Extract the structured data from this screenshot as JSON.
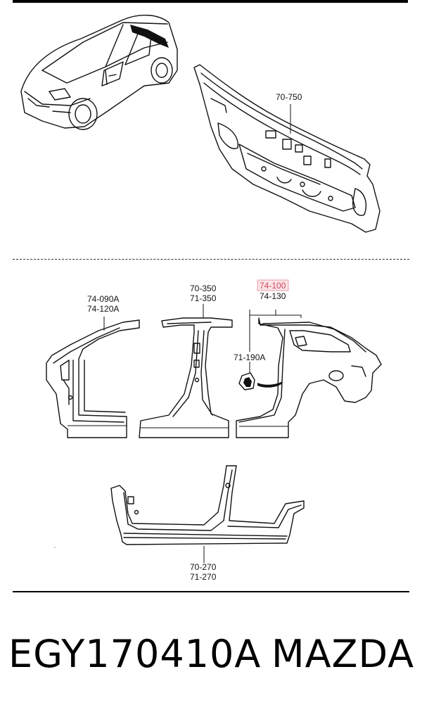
{
  "labels": {
    "rear_panel": "70-750",
    "front_pillar_a": "74-090A",
    "front_pillar_b": "74-120A",
    "center_pillar_a": "70-350",
    "center_pillar_b": "71-350",
    "rear_side_a": "74-100",
    "rear_side_b": "74-130",
    "fuel_lid": "71-190A",
    "sill_a": "70-270",
    "sill_b": "71-270"
  },
  "highlight_color": "#cc4a5c",
  "footer": {
    "part_code": "EGY170410A",
    "brand": "MAZDA"
  }
}
